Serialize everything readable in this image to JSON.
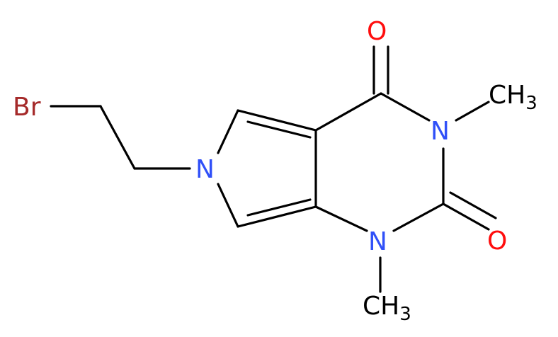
{
  "molecule": {
    "atoms": {
      "br": {
        "label": "Br",
        "color": "#a52a2a"
      },
      "n6": {
        "label": "N",
        "color": "#3050f8"
      },
      "n3": {
        "label": "N",
        "color": "#3050f8"
      },
      "n1": {
        "label": "N",
        "color": "#3050f8"
      },
      "o4": {
        "label": "O",
        "color": "#ff0d0d"
      },
      "o2": {
        "label": "O",
        "color": "#ff0d0d"
      },
      "me3": {
        "label": "CH",
        "sub": "3",
        "color": "#000000"
      },
      "me1": {
        "label": "CH",
        "sub": "3",
        "color": "#000000"
      }
    }
  }
}
